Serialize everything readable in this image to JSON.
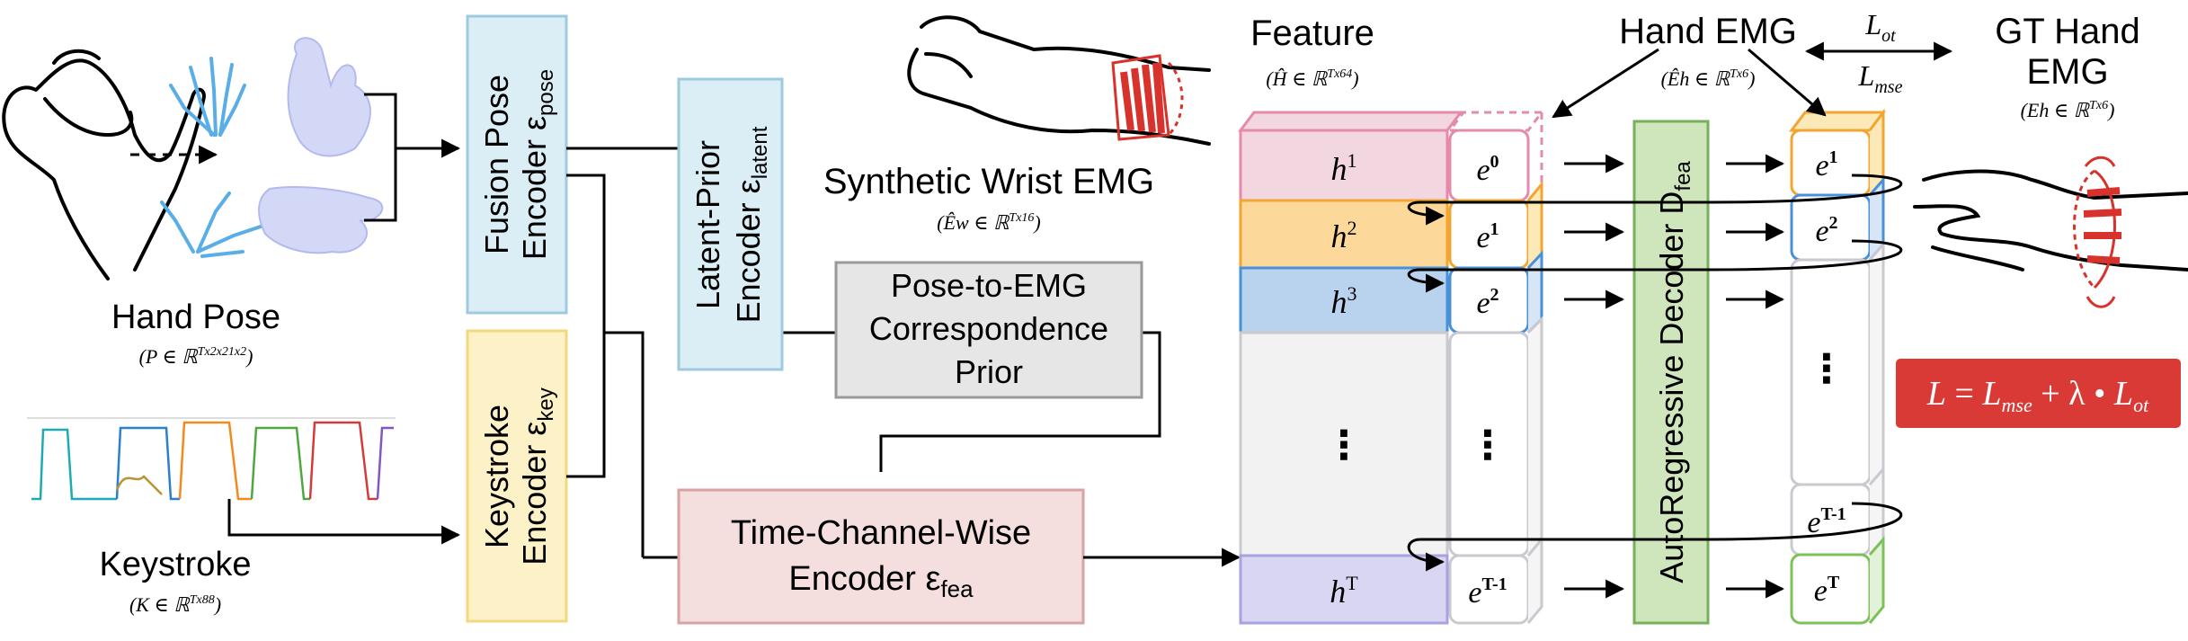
{
  "colors": {
    "fusion_fill": "#dbeef5",
    "fusion_stroke": "#9ccbe0",
    "latent_fill": "#dbeef5",
    "keystroke_fill": "#fdf1c7",
    "keystroke_stroke": "#f2d97e",
    "prior_fill": "#e6e6e6",
    "prior_stroke": "#9a9a9a",
    "tcw_fill": "#f5dede",
    "tcw_stroke": "#d9a3a3",
    "decoder_fill": "#cfe6bd",
    "decoder_stroke": "#76b05a",
    "pink_fill": "#f2d6e0",
    "pink_stroke": "#e48bab",
    "orange_fill": "#fcd99a",
    "orange_stroke": "#f2a531",
    "blue_fill": "#b9d3ef",
    "blue_stroke": "#4a90d9",
    "grey_fill": "#f2f2f2",
    "grey_stroke": "#c9c9cf",
    "purple_fill": "#d9d6f2",
    "purple_stroke": "#a8a2e0",
    "green_stroke": "#7cc15a",
    "loss_fill": "#d93a35",
    "skin_red": "#d7322c",
    "hand_skeleton": "#5aaee8",
    "hand_mesh": "#c7cbf5"
  },
  "hand_pose": {
    "label": "Hand Pose",
    "notation": "(P ∈ ℝ",
    "sup": "Tx2x21x2",
    "close": ")"
  },
  "keystroke": {
    "label": "Keystroke",
    "notation": "(K ∈ ℝ",
    "sup": "Tx88",
    "close": ")"
  },
  "fusion_encoder": {
    "line1": "Fusion Pose",
    "line2": "Encoder ε",
    "sub": "pose"
  },
  "keystroke_encoder": {
    "line1": "Keystroke",
    "line2": "Encoder ε",
    "sub": "key"
  },
  "latent_encoder": {
    "line1": "Latent-Prior",
    "line2": "Encoder ε",
    "sub": "latent"
  },
  "prior": {
    "line1": "Pose-to-EMG",
    "line2": "Correspondence",
    "line3": "Prior"
  },
  "tcw_encoder": {
    "line1": "Time-Channel-Wise",
    "line2": "Encoder ε",
    "sub": "fea"
  },
  "synthetic": {
    "label": "Synthetic Wrist EMG",
    "notation": "(Êw ∈ ℝ",
    "sup": "Tx16",
    "close": ")"
  },
  "feature": {
    "label": "Feature",
    "notation": "(Ĥ ∈ ℝ",
    "sup": "Tx64",
    "close": ")"
  },
  "hand_emg": {
    "label": "Hand EMG",
    "notation": "(Êh ∈ ℝ",
    "sup": "Tx6",
    "close": ")"
  },
  "gt": {
    "line1": "GT Hand",
    "line2": "EMG",
    "notation": "(Eh ∈ ℝ",
    "sup": "Tx6",
    "close": ")"
  },
  "loss_arrows": {
    "top": "L",
    "top_sub": "ot",
    "bottom": "L",
    "bottom_sub": "mse"
  },
  "decoder": {
    "text": "AutoRegressive Decoder D",
    "sub": "fea"
  },
  "rows": {
    "h1": "h",
    "h1_sup": "1",
    "h2": "h",
    "h2_sup": "2",
    "h3": "h",
    "h3_sup": "3",
    "hT": "h",
    "hT_sup": "T",
    "e0": "e",
    "e0_sup": "0",
    "e1": "e",
    "e1_sup": "1",
    "e2": "e",
    "e2_sup": "2",
    "eT1": "e",
    "eT1_sup": "T-1",
    "out_e1": "e",
    "out_e1_sup": "1",
    "out_e2": "e",
    "out_e2_sup": "2",
    "out_eT1": "e",
    "out_eT1_sup": "T-1",
    "out_eT": "e",
    "out_eT_sup": "T",
    "dots": "⋮"
  },
  "loss_formula": {
    "L": "L",
    "eq": " = ",
    "L1": "L",
    "L1_sub": "mse",
    "plus": " + λ • ",
    "L2": "L",
    "L2_sub": "ot"
  }
}
